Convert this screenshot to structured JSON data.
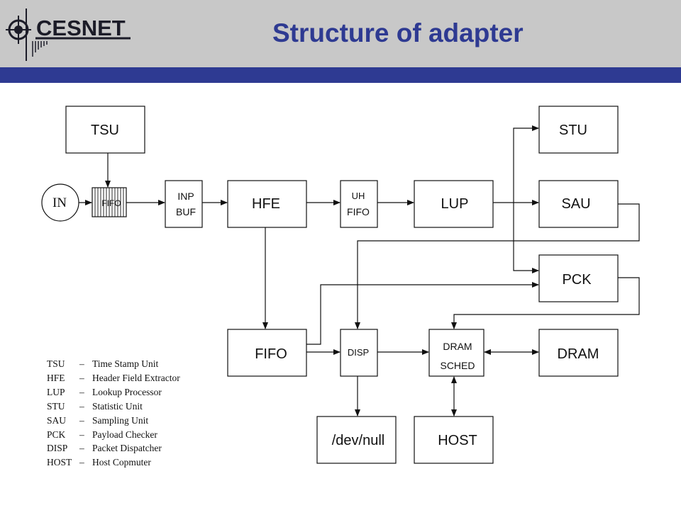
{
  "header": {
    "logo_text": "CESNET",
    "title": "Structure of adapter"
  },
  "colors": {
    "header_bg": "#c8c8c8",
    "accent": "#2e3a92",
    "line": "#111111"
  },
  "blocks": {
    "tsu": [
      "TSU"
    ],
    "in": [
      "IN"
    ],
    "fifo_in": [
      "FIFO"
    ],
    "inp_buf": [
      "INP",
      "BUF"
    ],
    "hfe": [
      "HFE"
    ],
    "uh_fifo": [
      "UH",
      "FIFO"
    ],
    "lup": [
      "LUP"
    ],
    "stu": [
      "STU"
    ],
    "sau": [
      "SAU"
    ],
    "pck": [
      "PCK"
    ],
    "fifo": [
      "FIFO"
    ],
    "disp": [
      "DISP"
    ],
    "dram_sched": [
      "DRAM",
      "SCHED"
    ],
    "dram": [
      "DRAM"
    ],
    "dev_null": [
      "/dev/null"
    ],
    "host": [
      "HOST"
    ]
  },
  "legend": [
    {
      "abbr": "TSU",
      "dash": "–",
      "text": "Time Stamp Unit"
    },
    {
      "abbr": "HFE",
      "dash": "–",
      "text": "Header Field Extractor"
    },
    {
      "abbr": "LUP",
      "dash": "–",
      "text": "Lookup Processor"
    },
    {
      "abbr": "STU",
      "dash": "–",
      "text": "Statistic Unit"
    },
    {
      "abbr": "SAU",
      "dash": "–",
      "text": "Sampling Unit"
    },
    {
      "abbr": "PCK",
      "dash": "–",
      "text": "Payload Checker"
    },
    {
      "abbr": "DISP",
      "dash": "–",
      "text": "Packet Dispatcher"
    },
    {
      "abbr": "HOST",
      "dash": "–",
      "text": "Host Copmuter"
    }
  ]
}
